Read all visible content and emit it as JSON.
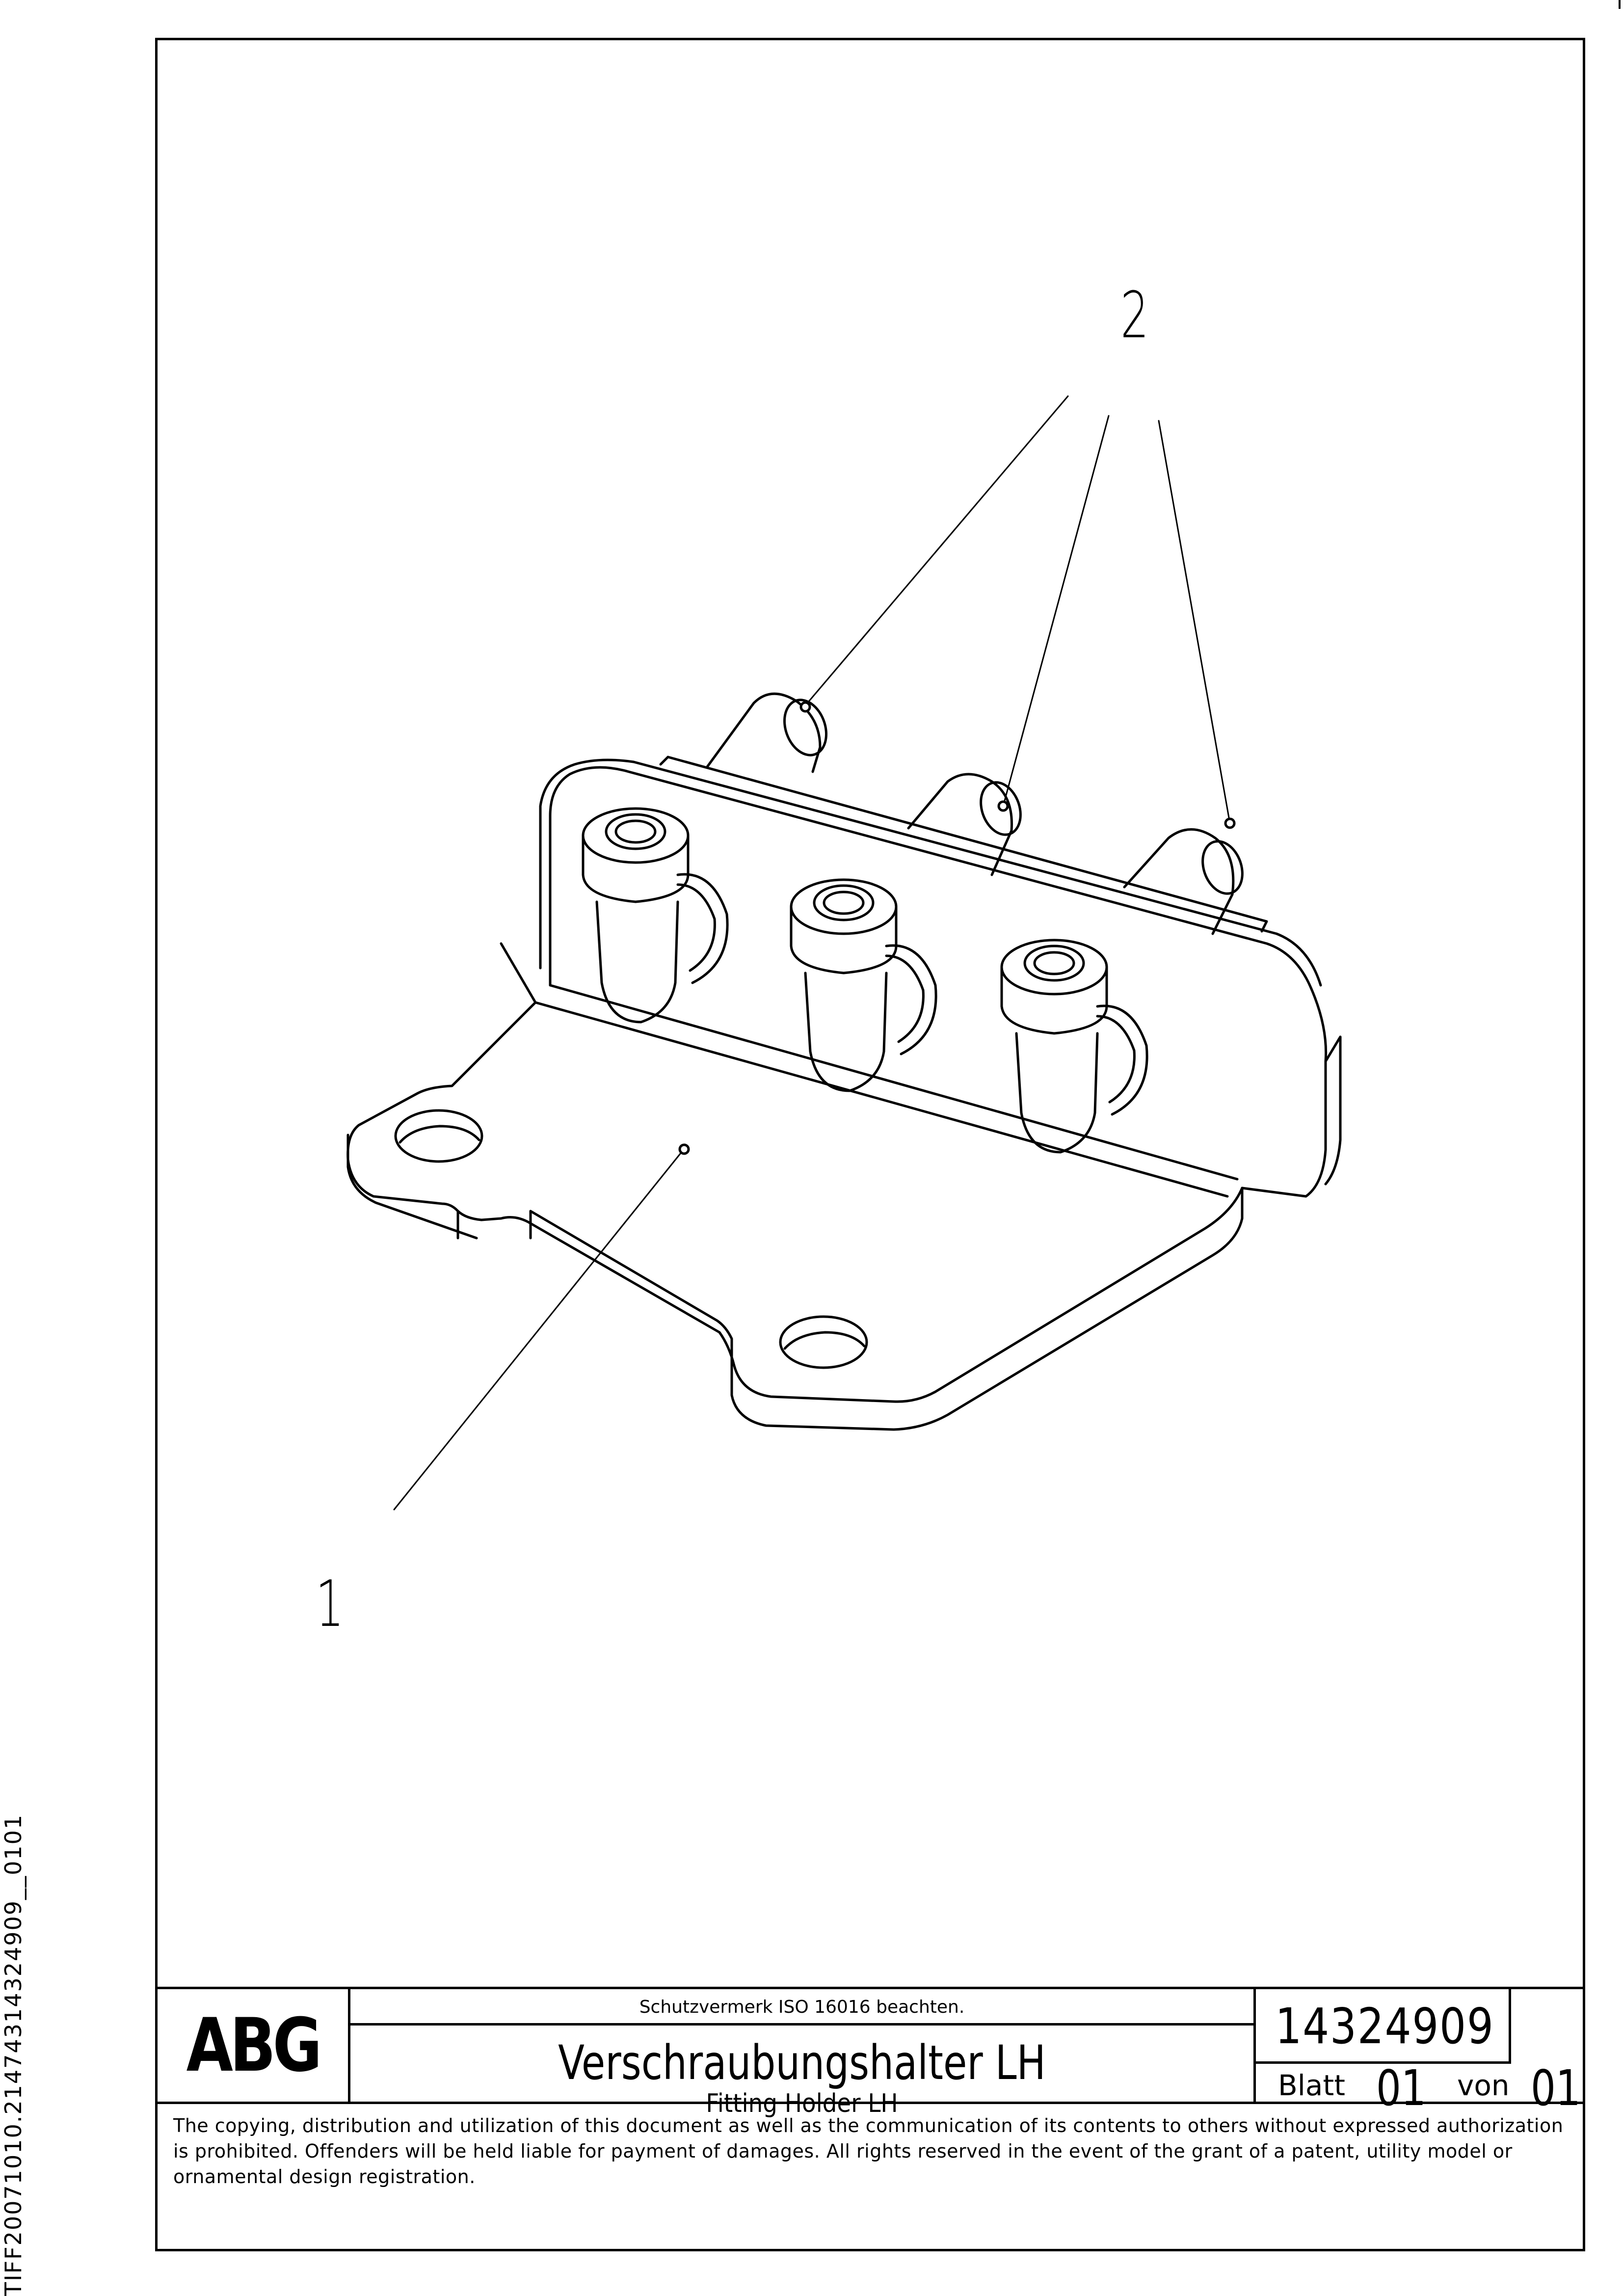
{
  "callouts": {
    "part_1": "1",
    "part_2": "2"
  },
  "title_block": {
    "logo": "ABG",
    "protection_notice": "Schutzvermerk ISO 16016 beachten.",
    "title_de": "Verschraubungshalter LH",
    "title_en": "Fitting Holder LH",
    "document_number": "14324909",
    "sheet_label": "Blatt",
    "sheet_number": "01",
    "of_label": "von",
    "sheet_total": "01"
  },
  "copyright_notice": "The copying, distribution and utilization of this document as well as the communication of its contents to others without expressed authorization is prohibited. Offenders will be held liable for payment of damages. All rights reserved in the event of the grant of a patent, utility model or ornamental design registration.",
  "side_code": "TIFF20071010.21474314324909__0101"
}
